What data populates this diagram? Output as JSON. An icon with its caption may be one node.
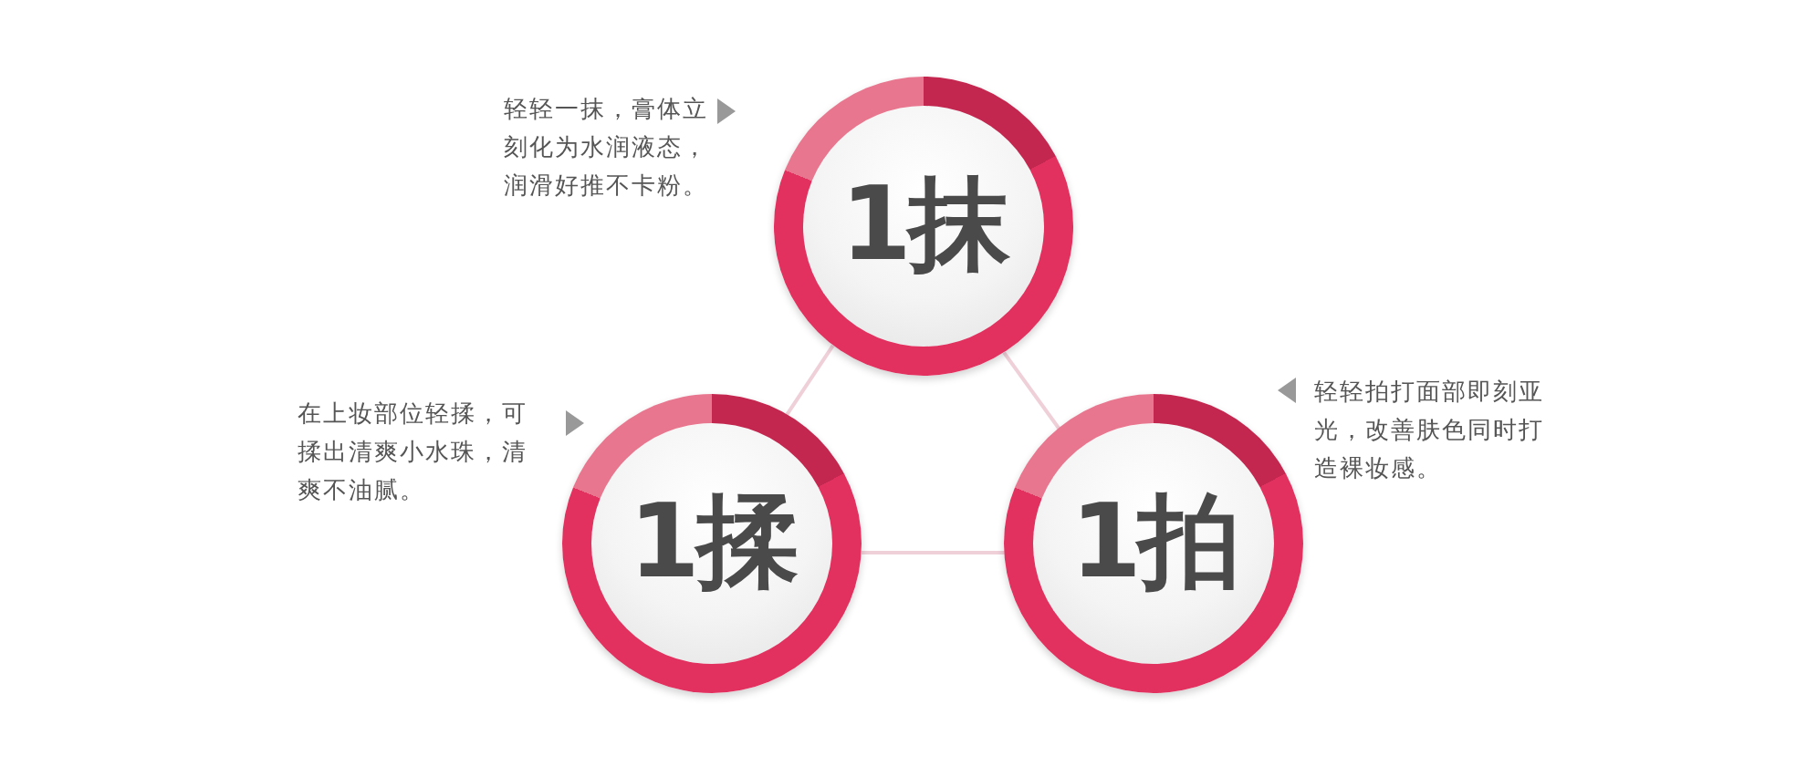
{
  "diagram": {
    "nodes": [
      {
        "text": [
          "1抹"
        ],
        "beside": [
          "轻轻一抹，膏体立刻化为水润液态，润滑好推不卡粉。"
        ]
      },
      {
        "text": [
          "1揉"
        ],
        "beside": [
          "在上妆部位轻揉，可揉出清爽小水珠，清爽不油腻。"
        ]
      },
      {
        "text": [
          "1拍"
        ],
        "beside": [
          "轻轻拍打面部即刻亚光，改善肤色同时打造裸妆感。"
        ]
      }
    ],
    "edges": [
      {
        "from": 0,
        "to": 1,
        "arrow": "none"
      },
      {
        "from": 0,
        "to": 2,
        "arrow": "none"
      },
      {
        "from": 1,
        "to": 2,
        "arrow": "none"
      }
    ]
  }
}
